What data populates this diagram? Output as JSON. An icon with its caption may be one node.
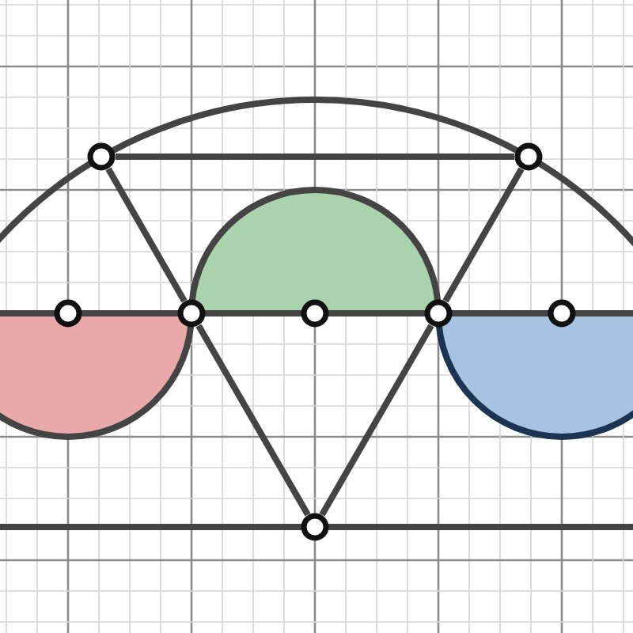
{
  "diagram": {
    "nodes": [
      {
        "text": [],
        "shape": "circle"
      },
      {
        "text": [],
        "shape": "circle"
      },
      {
        "text": [],
        "shape": "circle"
      },
      {
        "text": [],
        "shape": "circle"
      },
      {
        "text": [],
        "shape": "circle"
      },
      {
        "text": [],
        "shape": "circle"
      },
      {
        "text": [],
        "shape": "circle"
      },
      {
        "text": [],
        "shape": "circle"
      }
    ],
    "edges": [
      {
        "from": 0,
        "to": 1,
        "arrow": "none"
      },
      {
        "from": 0,
        "to": 3,
        "arrow": "none"
      },
      {
        "from": 3,
        "to": 7,
        "arrow": "none"
      },
      {
        "from": 1,
        "to": 5,
        "arrow": "none"
      },
      {
        "from": 5,
        "to": 7,
        "arrow": "none"
      },
      {
        "from": 2,
        "to": 3,
        "arrow": "none"
      },
      {
        "from": 3,
        "to": 4,
        "arrow": "none"
      },
      {
        "from": 4,
        "to": 5,
        "arrow": "none"
      },
      {
        "from": 5,
        "to": 6,
        "arrow": "none"
      }
    ]
  }
}
